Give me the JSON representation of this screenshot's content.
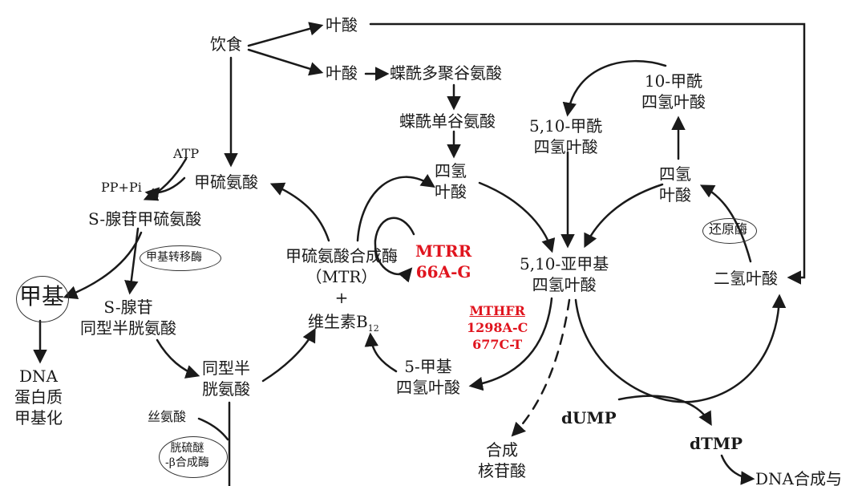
{
  "nodes": {
    "diet": "饮食",
    "folate_top": "叶酸",
    "folate_mid": "叶酸",
    "poly_glu": "蝶酰多聚谷氨酸",
    "mono_glu": "蝶酰单谷氨酸",
    "thf_left": [
      "四氢",
      "叶酸"
    ],
    "methylene_thf": [
      "5,10-亚甲基",
      "四氢叶酸"
    ],
    "methenyl_thf": [
      "5,10-甲酰",
      "四氢叶酸"
    ],
    "formyl_thf": [
      "10-甲酰",
      "四氢叶酸"
    ],
    "thf_right": [
      "四氢",
      "叶酸"
    ],
    "dhf": "二氢叶酸",
    "reductase": "还原酶",
    "atp": "ATP",
    "pp_pi": "PP+Pi",
    "methionine": "甲硫氨酸",
    "sam": "S-腺苷甲硫氨酸",
    "methyltransferase": "甲基转移酶",
    "methyl": "甲基",
    "sah": [
      "S-腺苷",
      "同型半胱氨酸"
    ],
    "dna_methyl": [
      "DNA",
      "蛋白质",
      "甲基化"
    ],
    "homocysteine": [
      "同型半",
      "胱氨酸"
    ],
    "serine": "丝氨酸",
    "cbs": [
      "胱硫醚",
      "-β合成酶"
    ],
    "mtr": [
      "甲硫氨酸合成酶",
      "（MTR）",
      "+"
    ],
    "vitb12": "维生素B",
    "vitb12_sub": "12",
    "mtrr": [
      "MTRR",
      "66A-G"
    ],
    "mthfr": [
      "MTHFR",
      "1298A-C",
      "677C-T"
    ],
    "methyl_thf": [
      "5-甲基",
      "四氢叶酸"
    ],
    "nucleotide": [
      "合成",
      "核苷酸"
    ],
    "dump": "dUMP",
    "dtmp": "dTMP",
    "dna_syn": "DNA合成与"
  },
  "colors": {
    "line": "#1a1a1a",
    "gene_red": "#e0141e",
    "background": "#ffffff"
  }
}
